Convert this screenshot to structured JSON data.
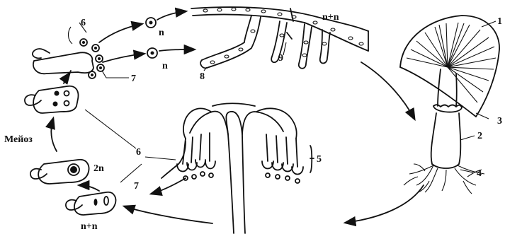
{
  "diagram": {
    "callouts": {
      "c1": "1",
      "c2": "2",
      "c3": "3",
      "c4": "4",
      "c5": "5",
      "c6_top": "6",
      "c6_mid": "6",
      "c7_top": "7",
      "c7_bottom": "7",
      "c8": "8",
      "c9": "9"
    },
    "ploidy": {
      "spore_upper": "n",
      "spore_lower": "n",
      "mycelium": "n+n",
      "zygote": "2n",
      "young_basidium": "n+n"
    },
    "process_label": "Мейоз"
  }
}
